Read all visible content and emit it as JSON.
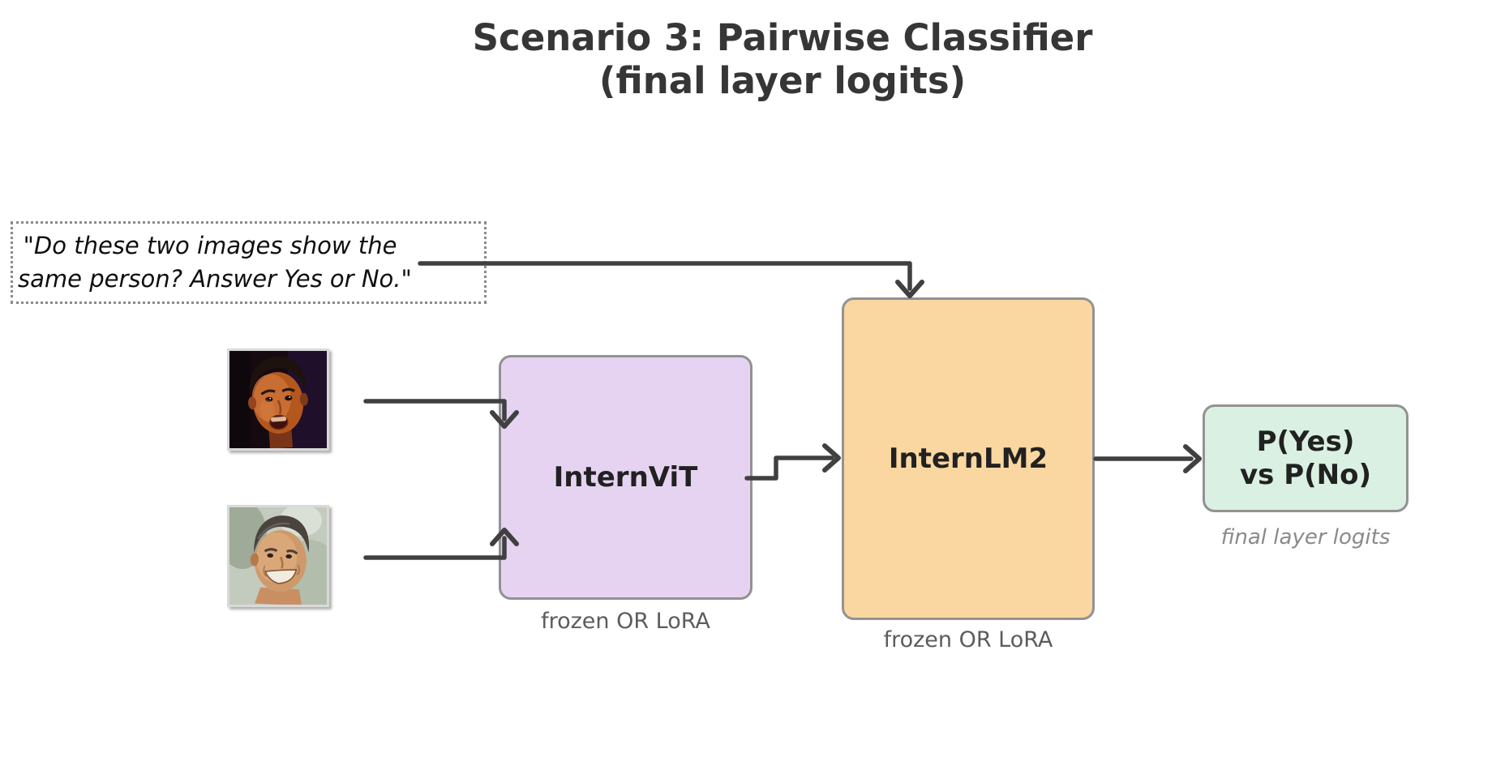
{
  "title": {
    "line1": "Scenario 3: Pairwise Classifier",
    "line2": "(final layer logits)"
  },
  "prompt": {
    "line1": "\"Do these two images show the",
    "line2": "same person? Answer Yes or No.\""
  },
  "nodes": {
    "internvit": {
      "label": "InternViT",
      "caption": "frozen OR LoRA"
    },
    "internlm2": {
      "label": "InternLM2",
      "caption": "frozen OR LoRA"
    },
    "output": {
      "label_line1": "P(Yes)",
      "label_line2": "vs P(No)",
      "caption": "final layer logits"
    }
  },
  "images": {
    "face1": "portrait photo of a man, orange-lit face, dark background, mouth open",
    "face2": "portrait photo of a smiling man, light blurred background"
  },
  "colors": {
    "internvit_fill": "#e6d3f2",
    "internlm2_fill": "#fad7a0",
    "output_fill": "#d9f0e2",
    "box_border": "#929292",
    "arrow": "#404040",
    "title_text": "#363636",
    "caption_text": "#5c5c5c",
    "final_logits_text": "#8a8a8a"
  }
}
